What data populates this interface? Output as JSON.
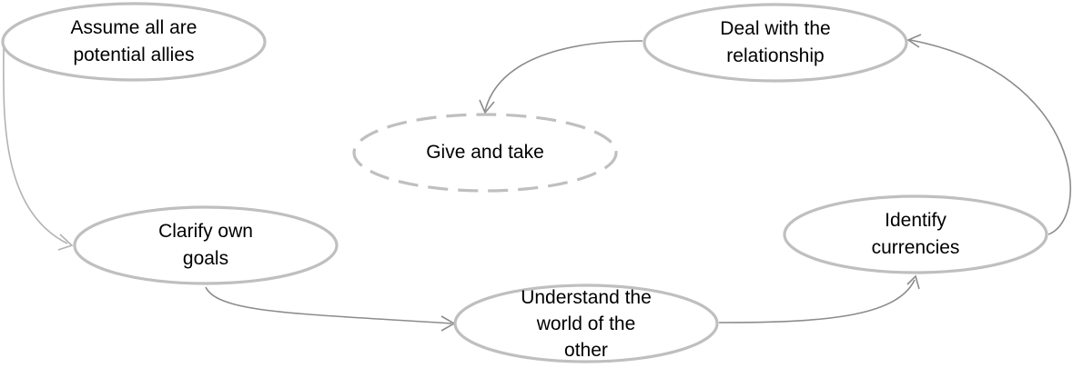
{
  "nodes": {
    "assume": {
      "label": "Assume all are\npotential allies"
    },
    "deal": {
      "label": "Deal with the\nrelationship"
    },
    "give": {
      "label": "Give and take"
    },
    "clarify": {
      "label": "Clarify own\ngoals"
    },
    "identify": {
      "label": "Identify\ncurrencies"
    },
    "understand": {
      "label": "Understand the\nworld of the\nother"
    }
  },
  "colors": {
    "node_outline": "#bfbfbf",
    "arrow": "#8c8c8c",
    "arrow_light": "#b3b3b3",
    "text": "#000000"
  }
}
